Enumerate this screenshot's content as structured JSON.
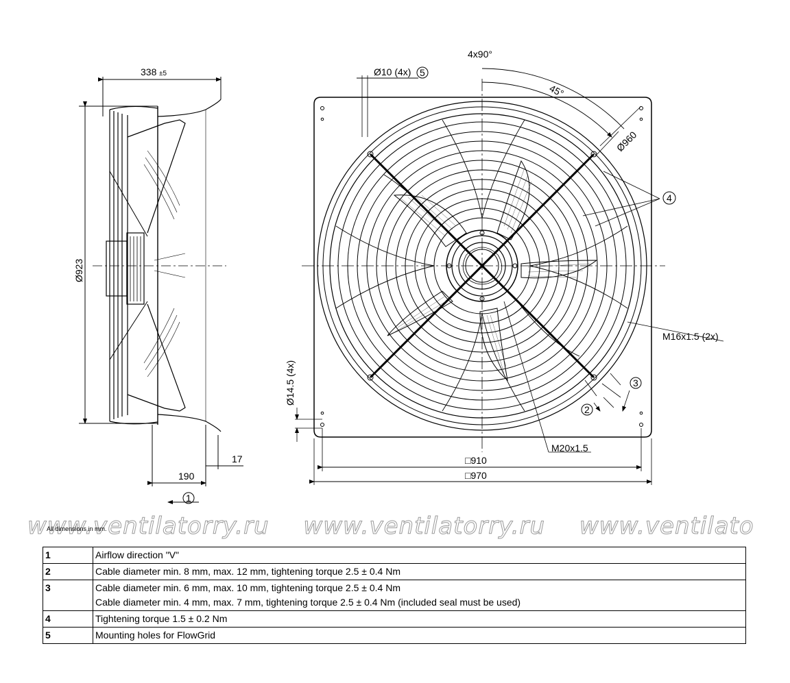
{
  "side_view": {
    "dim_depth": "338",
    "dim_depth_tol": "±5",
    "dim_diameter": "Ø923",
    "dim_190": "190",
    "dim_17": "17",
    "callout_airflow": "1"
  },
  "front_view": {
    "dim_angle_total": "4x90°",
    "dim_angle_45": "45°",
    "dim_outer_diameter": "Ø960",
    "dim_holes_flowgrid": "Ø10 (4x)",
    "callout_flowgrid": "5",
    "callout_torque": "4",
    "label_m16": "M16x1.5 (2x)",
    "label_m20": "M20x1.5",
    "callout_cable_small": "3",
    "callout_cable_large": "2",
    "dim_mount_holes": "Ø14.5 (4x)",
    "dim_910": "□910",
    "dim_970": "□970"
  },
  "watermark": [
    "www.ventilatorry.ru",
    "www.ventilatorry.ru",
    "www.ventilatorry.ru"
  ],
  "note": "All dimensions in mm.",
  "legend": [
    {
      "num": "1",
      "lines": [
        "Airflow direction \"V\""
      ]
    },
    {
      "num": "2",
      "lines": [
        "Cable diameter min. 8 mm, max. 12 mm, tightening torque 2.5 ± 0.4 Nm"
      ]
    },
    {
      "num": "3",
      "lines": [
        "Cable diameter min. 6 mm, max. 10 mm, tightening torque 2.5 ± 0.4 Nm",
        "Cable diameter min. 4 mm, max. 7 mm, tightening torque 2.5 ± 0.4 Nm (included seal must be used)"
      ]
    },
    {
      "num": "4",
      "lines": [
        "Tightening torque 1.5 ± 0.2 Nm"
      ]
    },
    {
      "num": "5",
      "lines": [
        "Mounting holes for FlowGrid"
      ]
    }
  ]
}
